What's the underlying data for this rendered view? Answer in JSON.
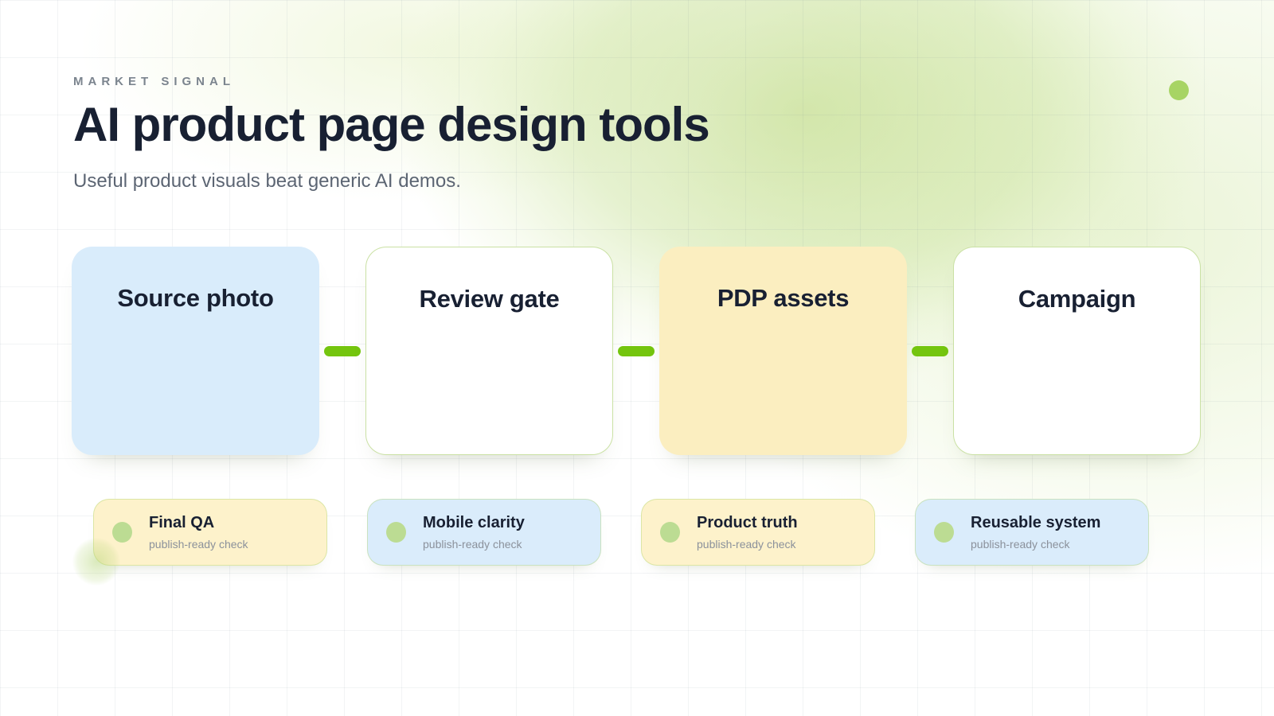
{
  "meta": {
    "eyebrow": "MARKET SIGNAL",
    "title": "AI product page design tools",
    "subtitle": "Useful product visuals beat generic AI demos."
  },
  "flow": {
    "steps": [
      {
        "label": "Source photo",
        "variant": "blue"
      },
      {
        "label": "Review gate",
        "variant": "white"
      },
      {
        "label": "PDP assets",
        "variant": "yellow"
      },
      {
        "label": "Campaign",
        "variant": "white"
      }
    ]
  },
  "checks": [
    {
      "label": "Final QA",
      "note": "publish-ready check",
      "variant": "yellow"
    },
    {
      "label": "Mobile clarity",
      "note": "publish-ready check",
      "variant": "blue"
    },
    {
      "label": "Product truth",
      "note": "publish-ready check",
      "variant": "yellow"
    },
    {
      "label": "Reusable system",
      "note": "publish-ready check",
      "variant": "blue"
    }
  ],
  "icons": {
    "step_connector": "green-dash",
    "check_bullet": "green-dot",
    "top_right_decor": "green-dot",
    "bottom_left_decor": "green-glow-blob"
  },
  "colors": {
    "accent_green": "#74c50e",
    "soft_green": "#bcdc93",
    "decor_green": "#a7d464",
    "card_blue": "#d9ecfb",
    "card_yellow": "#fbeec0",
    "chip_blue": "#daecfb",
    "chip_yellow": "#fdf2cb",
    "heading_ink": "#182032",
    "muted_ink": "#5c6573",
    "eyebrow_ink": "#7b848e",
    "note_ink": "#8b919b"
  }
}
